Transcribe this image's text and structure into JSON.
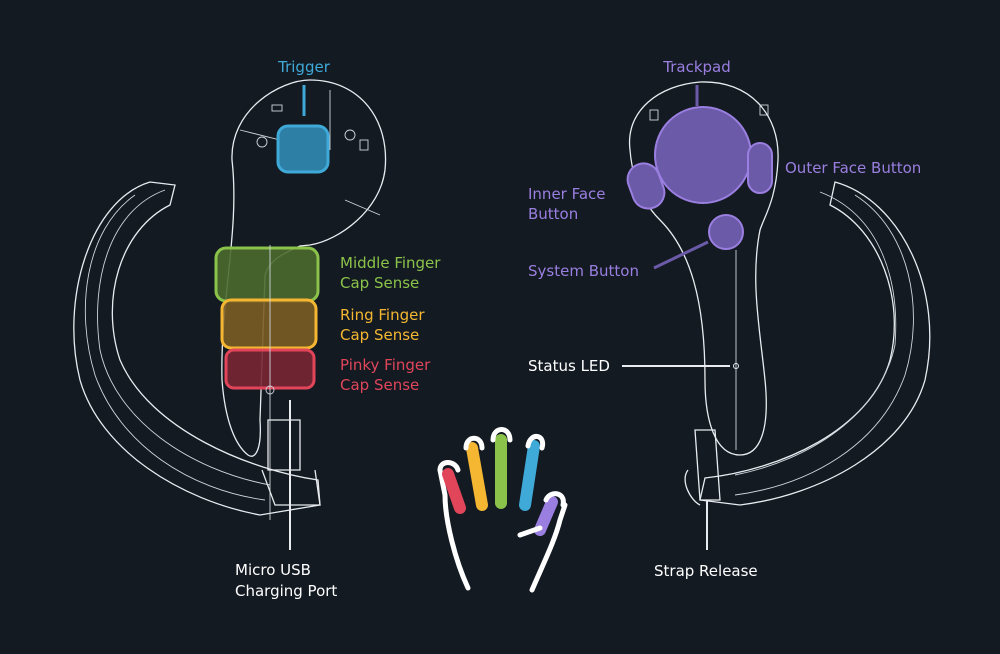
{
  "colors": {
    "background": "#131a22",
    "line_art": "#e8ecf0",
    "trigger": "#3fa9d8",
    "middle_finger": "#8bc34a",
    "ring_finger": "#f5b731",
    "pinky_finger": "#e0455a",
    "thumb_controls": "#9a7fe0",
    "neutral_label": "#ffffff"
  },
  "left_controller": {
    "trigger": "Trigger",
    "middle_finger": [
      "Middle Finger",
      "Cap Sense"
    ],
    "ring_finger": [
      "Ring Finger",
      "Cap Sense"
    ],
    "pinky_finger": [
      "Pinky Finger",
      "Cap Sense"
    ],
    "usb_port": [
      "Micro USB",
      "Charging Port"
    ]
  },
  "right_controller": {
    "trackpad": "Trackpad",
    "outer_face_button": "Outer Face Button",
    "inner_face_button": [
      "Inner Face",
      "Button"
    ],
    "system_button": "System Button",
    "status_led": "Status LED",
    "strap_release": "Strap Release"
  }
}
